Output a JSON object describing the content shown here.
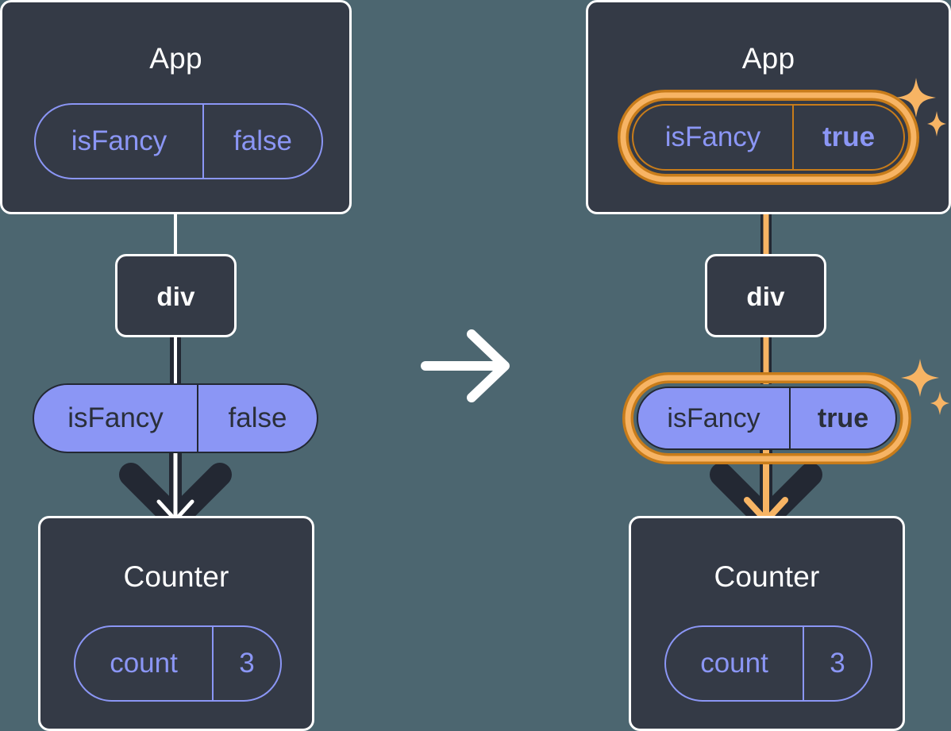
{
  "diagram": {
    "type": "react-state-propagation",
    "title": "",
    "transition_arrow": "right-arrow",
    "colors": {
      "background": "#4c6670",
      "node_fill": "#343a46",
      "node_border": "#ffffff",
      "pill_purple": "#8b96f5",
      "pill_text_dark": "#2a2f3a",
      "highlight_orange_outer": "#c87c1a",
      "highlight_orange_inner": "#f7b464",
      "edge_dark": "#232833",
      "edge_light": "#ffffff"
    },
    "panels": [
      {
        "id": "before",
        "highlighted": false,
        "app": {
          "label": "App",
          "prop": {
            "name": "isFancy",
            "value": "false",
            "bold_value": false,
            "style": "outline",
            "highlighted": false
          }
        },
        "div": {
          "label": "div"
        },
        "passed_prop": {
          "name": "isFancy",
          "value": "false",
          "bold_value": false,
          "style": "filled",
          "highlighted": false
        },
        "counter": {
          "label": "Counter",
          "state": {
            "name": "count",
            "value": "3",
            "bold_value": false,
            "style": "outline",
            "highlighted": false
          }
        }
      },
      {
        "id": "after",
        "highlighted": true,
        "app": {
          "label": "App",
          "prop": {
            "name": "isFancy",
            "value": "true",
            "bold_value": true,
            "style": "outline",
            "highlighted": true
          }
        },
        "div": {
          "label": "div"
        },
        "passed_prop": {
          "name": "isFancy",
          "value": "true",
          "bold_value": true,
          "style": "filled",
          "highlighted": true
        },
        "counter": {
          "label": "Counter",
          "state": {
            "name": "count",
            "value": "3",
            "bold_value": false,
            "style": "outline",
            "highlighted": false
          }
        }
      }
    ],
    "icons": {
      "transition": "arrow-right-icon",
      "sparkle": "sparkle-icon"
    }
  }
}
